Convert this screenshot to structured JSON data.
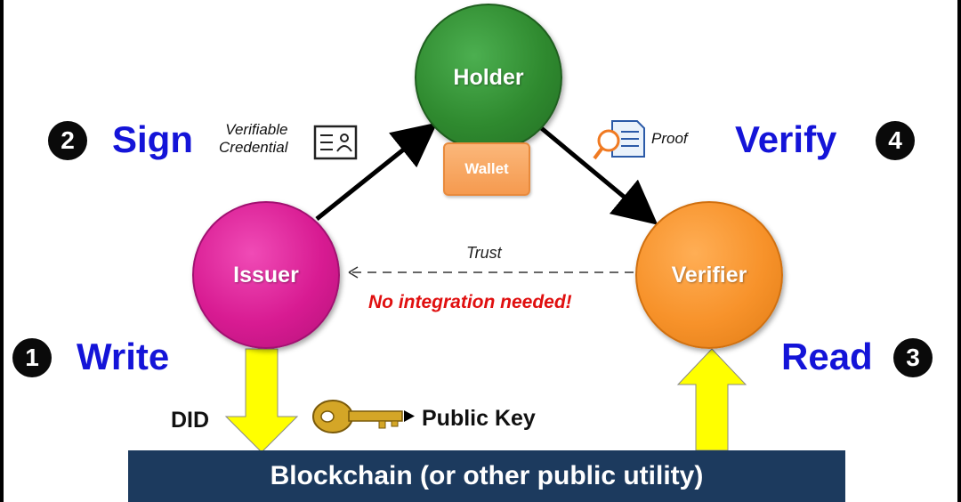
{
  "nodes": {
    "holder": "Holder",
    "wallet": "Wallet",
    "issuer": "Issuer",
    "verifier": "Verifier"
  },
  "steps": [
    {
      "number": "1",
      "label": "Write"
    },
    {
      "number": "2",
      "label": "Sign"
    },
    {
      "number": "3",
      "label": "Read"
    },
    {
      "number": "4",
      "label": "Verify"
    }
  ],
  "labels": {
    "verifiable_line1": "Verifiable",
    "verifiable_line2": "Credential",
    "proof": "Proof",
    "trust": "Trust",
    "no_integration": "No integration needed!",
    "did": "DID",
    "public_key": "Public Key",
    "blockchain": "Blockchain (or other public utility)"
  },
  "icons": [
    "credential-card-icon",
    "proof-document-icon",
    "key-icon"
  ],
  "colors": {
    "holder": "#2f8a2f",
    "issuer": "#d81b92",
    "verifier": "#f7922a",
    "wallet": "#f59a4f",
    "step_text": "#1414d8",
    "warning": "#e01010",
    "blockchain_bar": "#1c3a5e",
    "yellow_arrow": "#ffff00"
  }
}
